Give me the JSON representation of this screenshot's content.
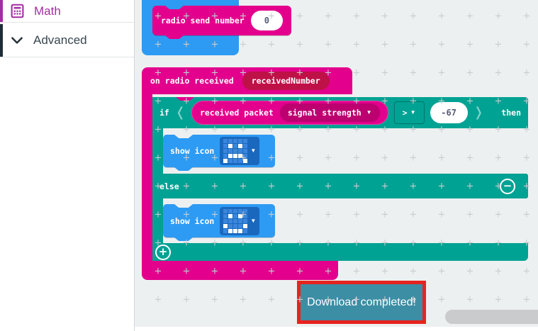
{
  "sidebar": {
    "items": [
      {
        "label": "Math",
        "icon": "calculator-icon",
        "color": "#a62ba6"
      },
      {
        "label": "Advanced",
        "icon": "chevron-down-icon",
        "color": "#263238"
      }
    ]
  },
  "blocks": {
    "radio_send": {
      "label": "radio send number",
      "value": "0"
    },
    "on_radio_received": {
      "label": "on radio received",
      "variable": "receivedNumber"
    },
    "if": {
      "if_label": "if",
      "then_label": "then",
      "else_label": "else",
      "condition": {
        "reporter": "received packet",
        "dropdown": "signal strength",
        "operator": ">",
        "value": "-67"
      }
    },
    "show_icon_then": {
      "label": "show icon",
      "icon_name": "sad-face",
      "pattern": [
        "00000",
        "01010",
        "00000",
        "01110",
        "10001"
      ]
    },
    "show_icon_else": {
      "label": "show icon",
      "icon_name": "happy-face",
      "pattern": [
        "00000",
        "01010",
        "00000",
        "10001",
        "01110"
      ]
    }
  },
  "notification": {
    "text": "Download completed!"
  },
  "colors": {
    "radio_magenta": "#e3008c",
    "radio_dropdown": "#bc0070",
    "variable_pill": "#be1147",
    "logic_teal": "#00a293",
    "basic_blue": "#2d9bf3",
    "icon_button_blue": "#1a68be",
    "toast_background": "#3c8ea4",
    "highlight_red": "#e6241f",
    "canvas_background": "#edf0f1",
    "math_purple": "#a62ba6"
  }
}
